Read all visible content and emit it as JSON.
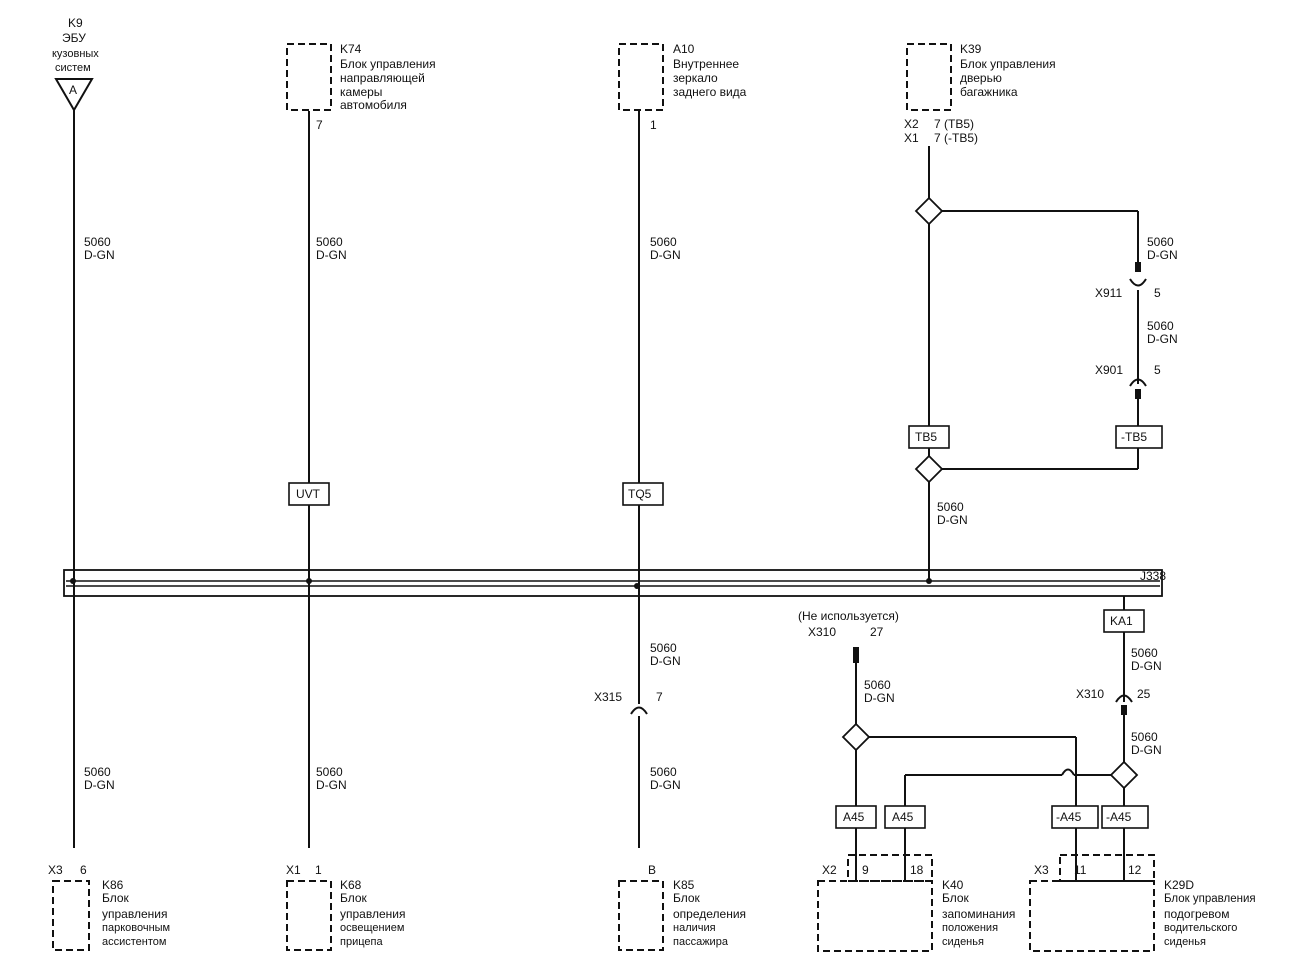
{
  "wire": {
    "num": "5060",
    "color": "D-GN"
  },
  "top": {
    "k9": {
      "id": "K9",
      "l1": "ЭБУ",
      "l2": "кузовных",
      "l3": "систем",
      "tri": "A"
    },
    "k74": {
      "id": "K74",
      "l1": "Блок управления",
      "l2": "направляющей",
      "l3": "камеры",
      "l4": "автомобиля",
      "pin": "7"
    },
    "a10": {
      "id": "A10",
      "l1": "Внутреннее",
      "l2": "зеркало",
      "l3": "заднего вида",
      "pin": "1"
    },
    "k39": {
      "id": "K39",
      "l1": "Блок управления",
      "l2": "дверью",
      "l3": "багажника",
      "c1": "X2",
      "p1": "7 (TB5)",
      "c2": "X1",
      "p2": "7 (-TB5)"
    }
  },
  "splices": {
    "uvt": "UVT",
    "tq5": "TQ5",
    "tb5": "TB5",
    "ntb5": "-TB5",
    "ka1": "KA1",
    "a45a": "A45",
    "a45b": "A45",
    "na45a": "-A45",
    "na45b": "-A45"
  },
  "connectors": {
    "x911": {
      "id": "X911",
      "pin": "5"
    },
    "x901": {
      "id": "X901",
      "pin": "5"
    },
    "x315": {
      "id": "X315",
      "pin": "7"
    },
    "x310a": {
      "note": "(Не используется)",
      "id": "X310",
      "pin": "27"
    },
    "x310b": {
      "id": "X310",
      "pin": "25"
    }
  },
  "bus": {
    "label": "J338"
  },
  "bottom": {
    "k86": {
      "conn": "X3",
      "pin": "6",
      "id": "K86",
      "l1": "Блок",
      "l2": "управления",
      "l3": "парковочным",
      "l4": "ассистентом"
    },
    "k68": {
      "conn": "X1",
      "pin": "1",
      "id": "K68",
      "l1": "Блок",
      "l2": "управления",
      "l3": "освещением",
      "l4": "прицепа"
    },
    "k85": {
      "pin": "B",
      "id": "K85",
      "l1": "Блок",
      "l2": "определения",
      "l3": "наличия",
      "l4": "пассажира"
    },
    "k40": {
      "conn": "X2",
      "pin1": "9",
      "pin2": "18",
      "id": "K40",
      "l1": "Блок",
      "l2": "запоминания",
      "l3": "положения",
      "l4": "сиденья"
    },
    "k29d": {
      "conn": "X3",
      "pin1": "11",
      "pin2": "12",
      "id": "K29D",
      "l1": "Блок управления",
      "l2": "подогревом",
      "l3": "водительского",
      "l4": "сиденья"
    }
  }
}
